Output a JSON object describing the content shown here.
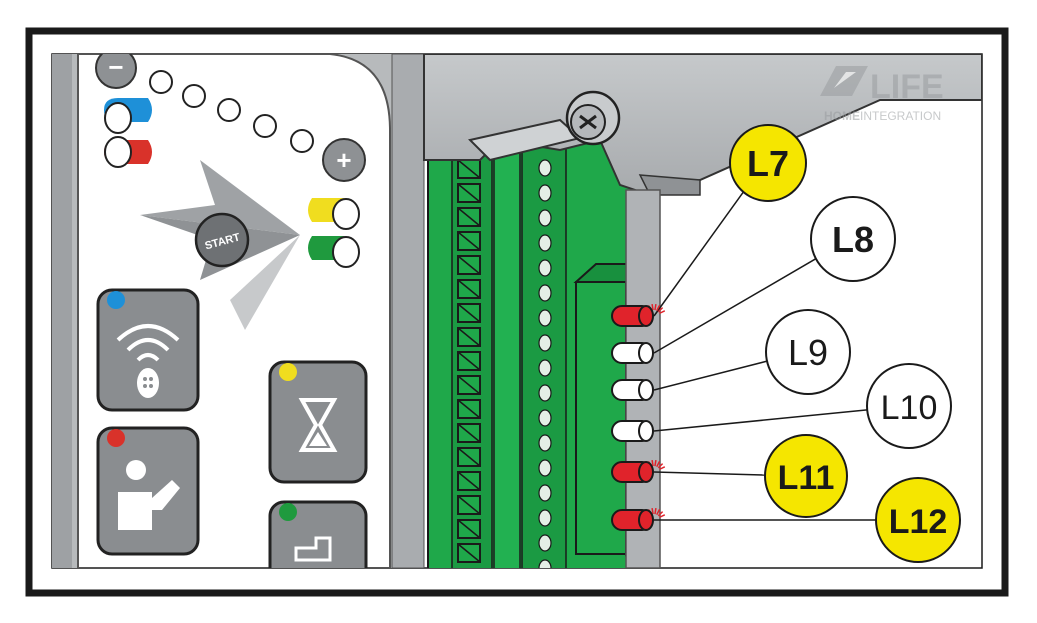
{
  "logo": {
    "brand": "LIFE",
    "tag_bold": "HOME",
    "tag_light": "INTEGRATION"
  },
  "panel": {
    "start_label": "START",
    "minus_label": "−",
    "plus_label": "+"
  },
  "leds": [
    {
      "label": "L7",
      "led_color": "red",
      "lit": true,
      "badge_color": "#f5e600",
      "bold": true
    },
    {
      "label": "L8",
      "led_color": "white",
      "lit": false,
      "badge_color": "#ffffff",
      "bold": true
    },
    {
      "label": "L9",
      "led_color": "white",
      "lit": false,
      "badge_color": "#ffffff",
      "bold": false
    },
    {
      "label": "L10",
      "led_color": "white",
      "lit": false,
      "badge_color": "#ffffff",
      "bold": false
    },
    {
      "label": "L11",
      "led_color": "red",
      "lit": true,
      "badge_color": "#f5e600",
      "bold": true
    },
    {
      "label": "L12",
      "led_color": "red",
      "lit": true,
      "badge_color": "#f5e600",
      "bold": true
    }
  ],
  "colors": {
    "frame": "#1a1a1a",
    "board_green": "#1fa84a",
    "housing_gray": "#b9bcbe",
    "led_red": "#e0232b",
    "badge_yellow": "#f5e600",
    "blue_dot": "#1e90d8",
    "red_dot": "#d9322a",
    "yellow_dot": "#f0dd1f",
    "green_dot": "#1f9a3e"
  }
}
